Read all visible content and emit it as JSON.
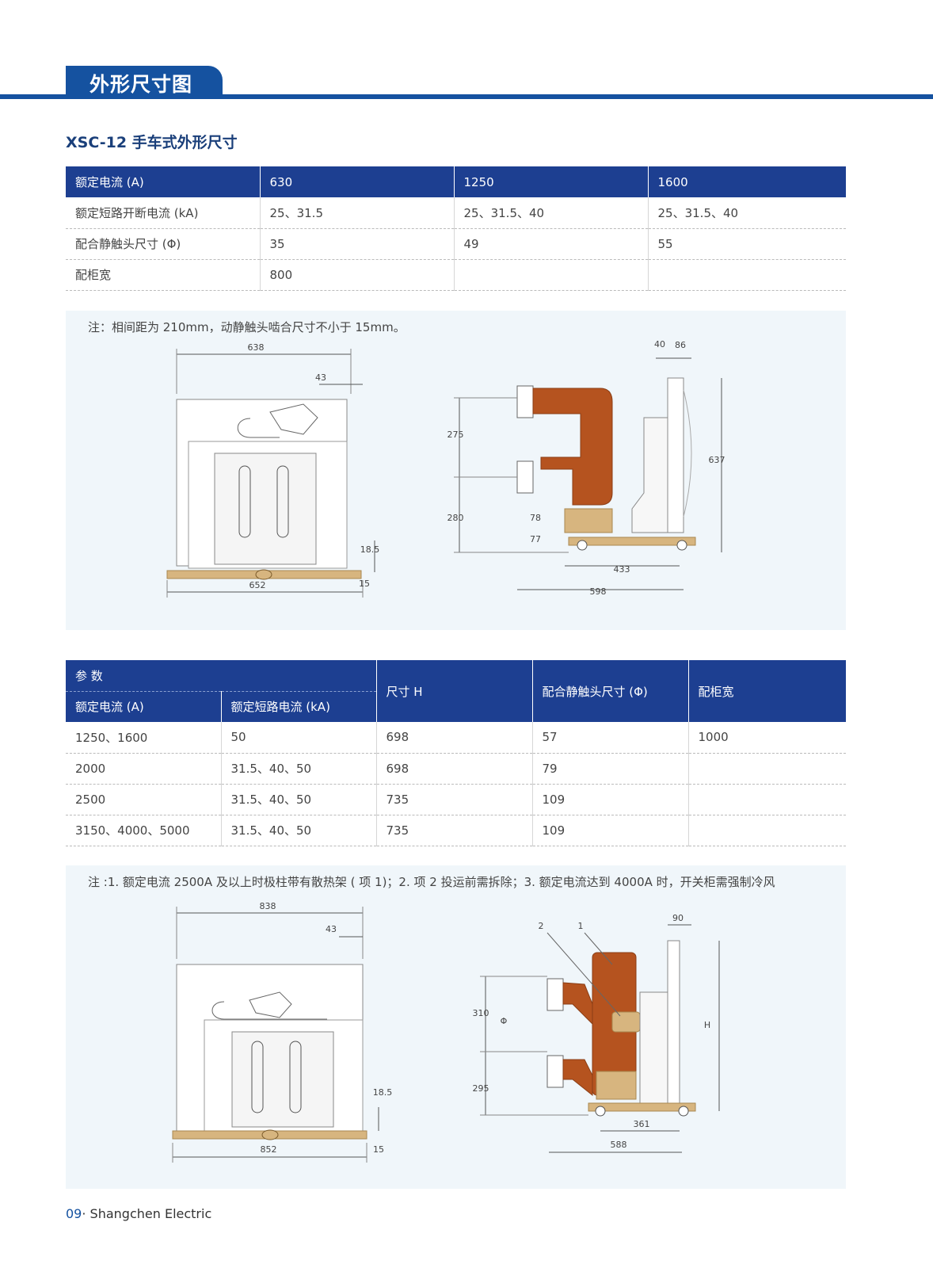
{
  "header": {
    "title": "外形尺寸图"
  },
  "section": {
    "title": "XSC-12 手车式外形尺寸"
  },
  "table1": {
    "rows": [
      {
        "label": "额定电流 (A)",
        "values": [
          "630",
          "1250",
          "1600"
        ]
      },
      {
        "label": "额定短路开断电流 (kA)",
        "values": [
          "25、31.5",
          "25、31.5、40",
          "25、31.5、40"
        ]
      },
      {
        "label": "配合静触头尺寸 (Φ)",
        "values": [
          "35",
          "49",
          "55"
        ]
      },
      {
        "label": "配柜宽",
        "values": [
          "800",
          "",
          ""
        ]
      }
    ]
  },
  "diagram1": {
    "note": "注：相间距为 210mm，动静触头啮合尺寸不小于 15mm。",
    "front_dims": {
      "top_width": "638",
      "offset": "43",
      "side": "18.5",
      "bottom_width": "652",
      "foot": "15"
    },
    "side_dims": {
      "top_a": "40",
      "top_b": "86",
      "upper": "275",
      "lower": "280",
      "height": "637",
      "small_a": "78",
      "small_b": "77",
      "base_a": "433",
      "base_b": "598"
    }
  },
  "table2": {
    "header_group": "参 数",
    "header_current": "额定电流 (A)",
    "header_breaking": "额定短路电流 (kA)",
    "header_size": "尺寸 H",
    "header_contact": "配合静触头尺寸 (Φ)",
    "header_cabinet": "配柜宽",
    "rows": [
      [
        "1250、1600",
        "50",
        "698",
        "57",
        "1000"
      ],
      [
        "2000",
        "31.5、40、50",
        "698",
        "79",
        ""
      ],
      [
        "2500",
        "31.5、40、50",
        "735",
        "109",
        ""
      ],
      [
        "3150、4000、5000",
        "31.5、40、50",
        "735",
        "109",
        ""
      ]
    ]
  },
  "diagram2": {
    "note": "注 :1. 额定电流 2500A 及以上时极柱带有散热架 ( 项 1)；2. 项 2 投运前需拆除；3. 额定电流达到 4000A 时，开关柜需强制冷风",
    "front_dims": {
      "top_width": "838",
      "offset": "43",
      "side": "18.5",
      "bottom_width": "852",
      "foot": "15"
    },
    "side_dims": {
      "item2": "2",
      "item1": "1",
      "top": "90",
      "upper": "310",
      "lower": "295",
      "height": "H",
      "phi": "Φ",
      "base_a": "361",
      "base_b": "588"
    }
  },
  "footer": {
    "page": "09",
    "sep": "·",
    "company": "Shangchen Electric"
  },
  "colors": {
    "brand_blue": "#1552a0",
    "table_header": "#1d3f91",
    "insulator": "#b5531f",
    "base_plate": "#d7b57f",
    "panel_bg": "#f0f6fa"
  }
}
